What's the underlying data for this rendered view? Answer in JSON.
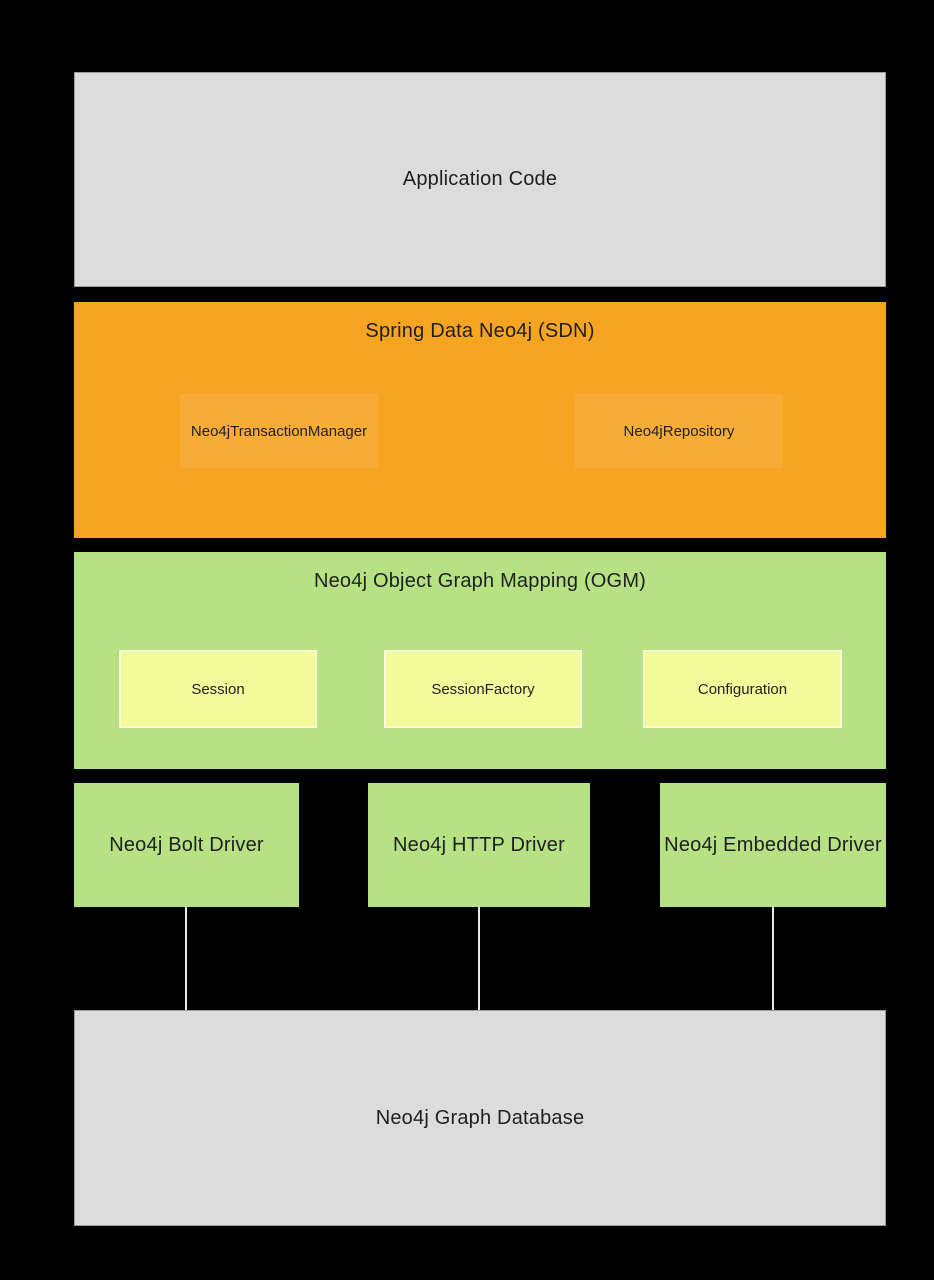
{
  "colors": {
    "background": "#000000",
    "gray_fill": "#dcdcdc",
    "gray_border": "#9e9e9e",
    "orange_fill": "#f5a522",
    "orange_inner_fill": "#f7ac36",
    "green_fill": "#b6e284",
    "yellow_fill": "#f2fa9a",
    "yellow_border": "#fbfcd8",
    "connector_line": "#e8e8e8",
    "text": "#1f1f1f"
  },
  "diagram": {
    "application_layer": {
      "label": "Application Code"
    },
    "sdn_layer": {
      "title": "Spring Data Neo4j (SDN)",
      "components": [
        {
          "label": "Neo4jTransactionManager"
        },
        {
          "label": "Neo4jRepository"
        }
      ]
    },
    "ogm_layer": {
      "title": "Neo4j Object Graph Mapping (OGM)",
      "components": [
        {
          "label": "Session"
        },
        {
          "label": "SessionFactory"
        },
        {
          "label": "Configuration"
        }
      ]
    },
    "drivers": [
      {
        "label": "Neo4j Bolt Driver"
      },
      {
        "label": "Neo4j HTTP Driver"
      },
      {
        "label": "Neo4j Embedded Driver"
      }
    ],
    "database_layer": {
      "label": "Neo4j Graph Database"
    }
  }
}
